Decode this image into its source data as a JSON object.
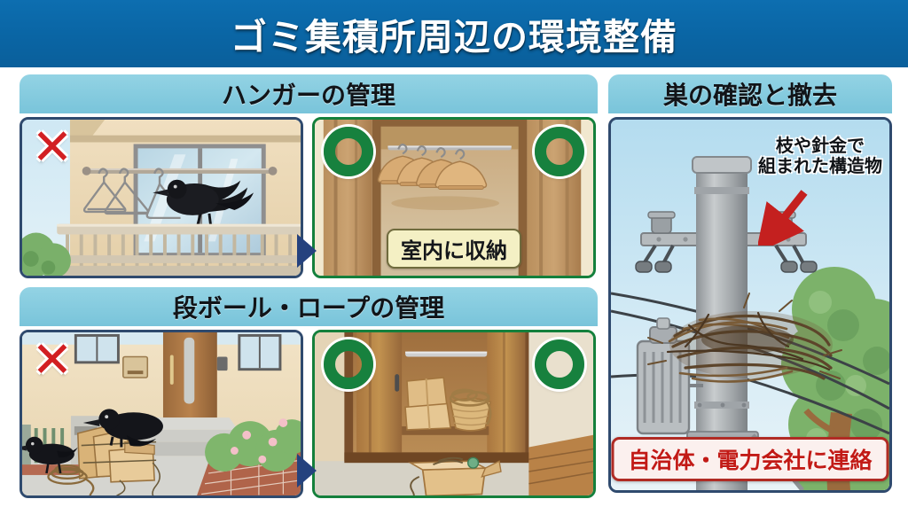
{
  "header": {
    "title": "ゴミ集積所周辺の環境整備",
    "bg_color": "#0a65a4",
    "text_color": "#ffffff"
  },
  "colors": {
    "section_header": "#79c4da",
    "bad_border": "#2f4a6e",
    "good_border": "#14803c",
    "x_mark": "#d21f22",
    "o_mark": "#17813e",
    "arrow_blue": "#25427e",
    "red_label_text": "#c21a16",
    "yellow_chip": "#f4f0c4"
  },
  "sections": [
    {
      "title": "ハンガーの管理",
      "bad": {
        "mark": "✕",
        "mark_name": "x-mark",
        "scene": "balcony-crow-wire-hanger",
        "caption": ""
      },
      "good": {
        "marks": [
          "○",
          "○"
        ],
        "mark_name": "o-mark",
        "scene": "closet-wooden-hangers",
        "caption": "室内に収納"
      }
    },
    {
      "title": "段ボール・ロープの管理",
      "bad": {
        "mark": "✕",
        "mark_name": "x-mark",
        "scene": "house-entrance-crows-cardboard-rope",
        "caption": ""
      },
      "good": {
        "marks": [
          "○",
          "○"
        ],
        "mark_name": "o-mark",
        "scene": "storage-closet-boxes-rope-basket",
        "caption": ""
      }
    }
  ],
  "right_panel": {
    "title": "巣の確認と撤去",
    "scene": "utility-pole-crow-nest-transformer-tree",
    "annotation_line1": "枝や針金で",
    "annotation_line2": "組まれた構造物",
    "callout_label": "自治体・電力会社に連絡"
  }
}
